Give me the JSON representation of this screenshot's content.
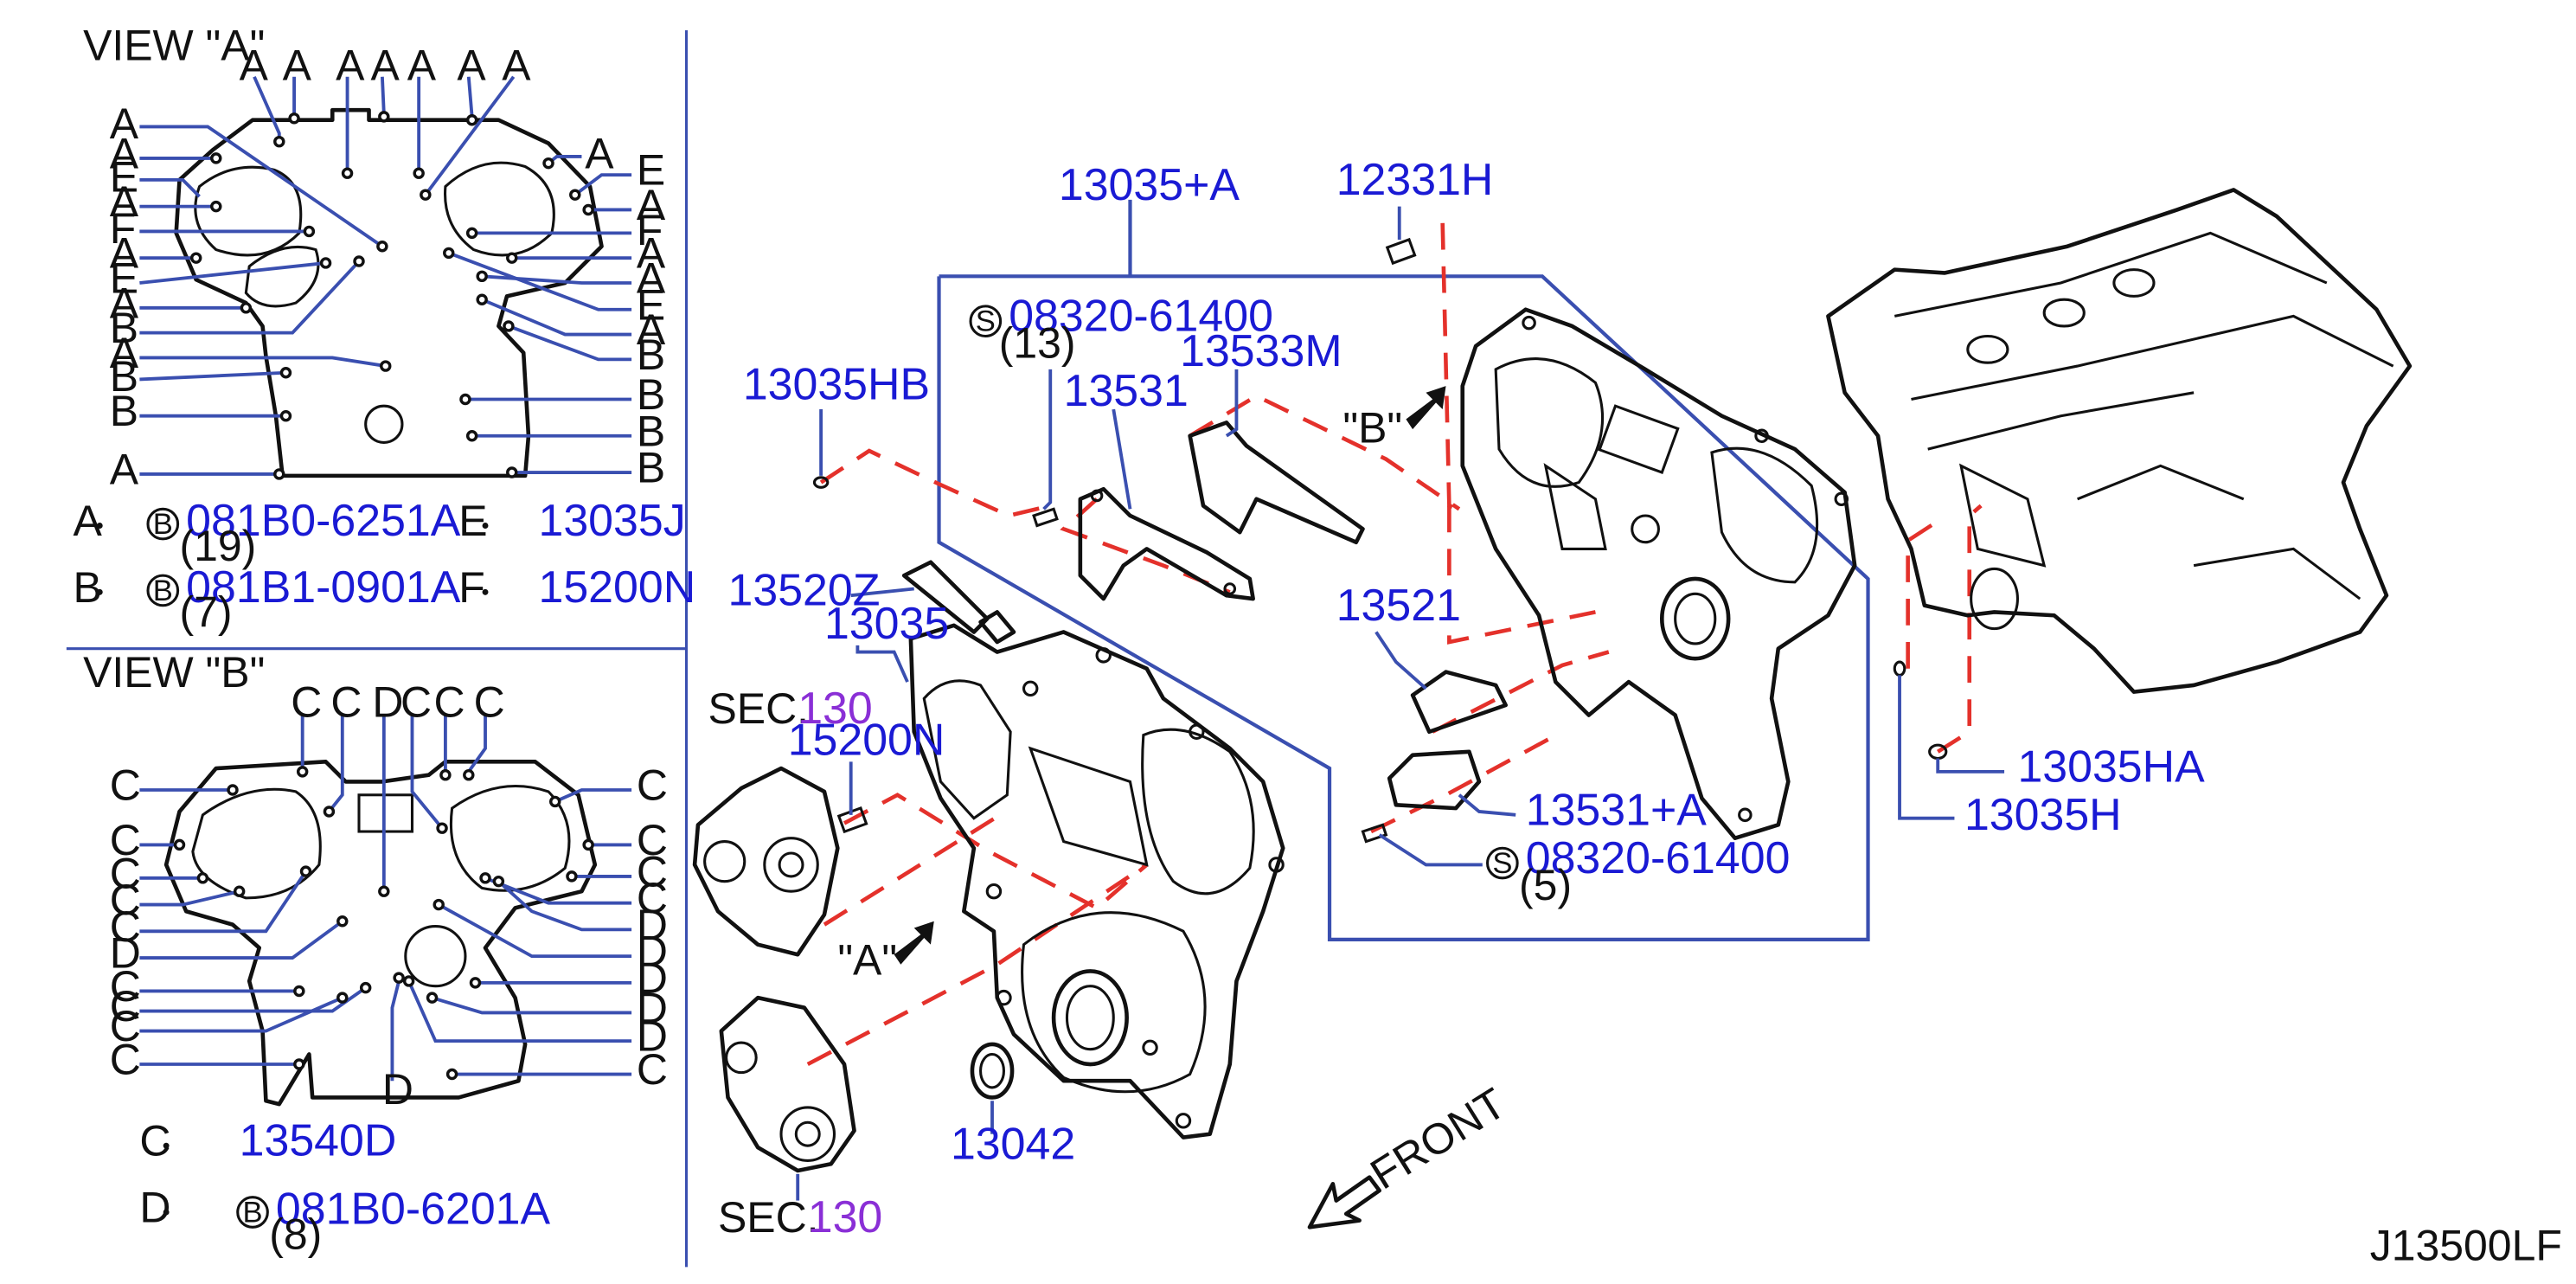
{
  "diagram_code": "J13500LF",
  "view_a": {
    "title": "VIEW \"A\"",
    "letters_top": [
      "A",
      "A",
      "A",
      "A",
      "A",
      "A",
      "A"
    ],
    "letters_left": [
      "A",
      "A",
      "E",
      "A",
      "F",
      "A",
      "E",
      "A",
      "B",
      "A",
      "B",
      "B",
      "A"
    ],
    "letters_right": [
      "A",
      "E",
      "A",
      "F",
      "A",
      "E",
      "A",
      "A",
      "B",
      "B",
      "B",
      "B"
    ],
    "legend": [
      {
        "key": "A",
        "circle": "B",
        "part": "081B0-6251A",
        "qty": "(19)"
      },
      {
        "key": "B",
        "circle": "B",
        "part": "081B1-0901A",
        "qty": "(7)"
      },
      {
        "key": "E",
        "part": "13035J"
      },
      {
        "key": "F",
        "part": "15200N"
      }
    ]
  },
  "view_b": {
    "title": "VIEW \"B\"",
    "letters_top": [
      "C",
      "C",
      "D",
      "C",
      "C",
      "C"
    ],
    "letters_left": [
      "C",
      "C",
      "C",
      "C",
      "C",
      "D",
      "C",
      "C",
      "C",
      "C"
    ],
    "letters_right": [
      "C",
      "C",
      "C",
      "C",
      "D",
      "D",
      "D",
      "D",
      "D",
      "C"
    ],
    "letter_bottom": "D",
    "legend": [
      {
        "key": "C",
        "part": "13540D"
      },
      {
        "key": "D",
        "circle": "B",
        "part": "081B0-6201A",
        "qty": "(8)"
      }
    ]
  },
  "callouts": {
    "p13035A": "13035+A",
    "p12331H": "12331H",
    "screw_top": {
      "circle": "S",
      "part": "08320-61400",
      "qty": "(13)"
    },
    "p13533M": "13533M",
    "p13531": "13531",
    "p13035HB": "13035HB",
    "view_b_ref": "\"B\"",
    "p13520Z": "13520Z",
    "p13035": "13035",
    "sec_top": {
      "label": "SEC.",
      "num": "130"
    },
    "p15200N": "15200N",
    "p13521": "13521",
    "p13531A": "13531+A",
    "screw_bottom": {
      "circle": "S",
      "part": "08320-61400",
      "qty": "(5)"
    },
    "view_a_ref": "\"A\"",
    "p13042": "13042",
    "sec_bottom": {
      "label": "SEC.",
      "num": "130"
    },
    "front": "FRONT",
    "p13035HA": "13035HA",
    "p13035H": "13035H"
  },
  "colors": {
    "part_number": "#1a1ad4",
    "section_ref": "#8a2fd6",
    "leader": "#3a4fb0",
    "dashed": "#e4312b",
    "line": "#111111"
  }
}
